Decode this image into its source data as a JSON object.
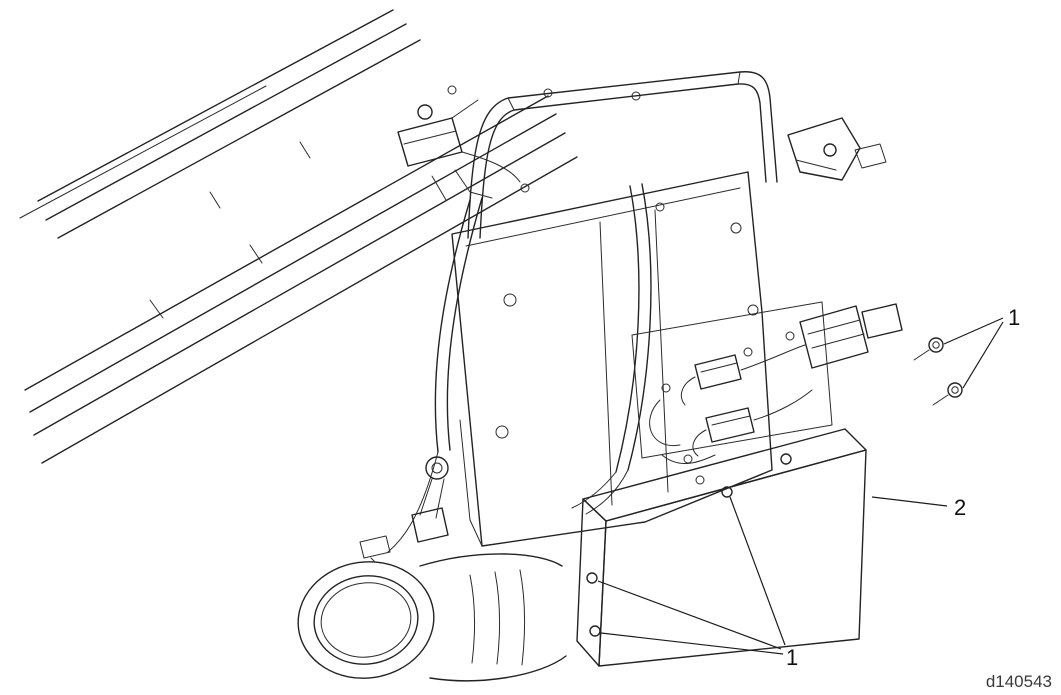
{
  "figure": {
    "type": "exploded-parts-diagram",
    "drawing_id": "d140543",
    "callouts": {
      "top_bolts_label": "1",
      "control_box_label": "2",
      "bottom_fasteners_label": "1"
    }
  }
}
